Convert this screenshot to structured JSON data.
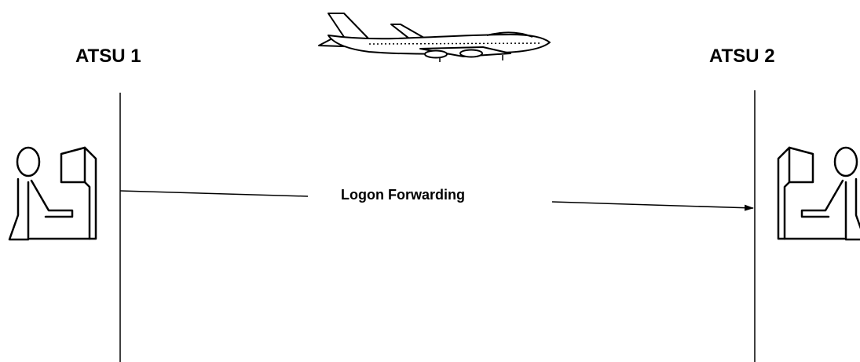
{
  "units": {
    "left": {
      "label": "ATSU 1",
      "icon": "controller-workstation-icon"
    },
    "right": {
      "label": "ATSU 2",
      "icon": "controller-workstation-icon"
    }
  },
  "aircraft": {
    "icon": "airliner-icon"
  },
  "message": {
    "label": "Logon Forwarding",
    "direction": "ATSU 1 to ATSU 2"
  },
  "colors": {
    "line": "#000000",
    "background": "#ffffff"
  }
}
